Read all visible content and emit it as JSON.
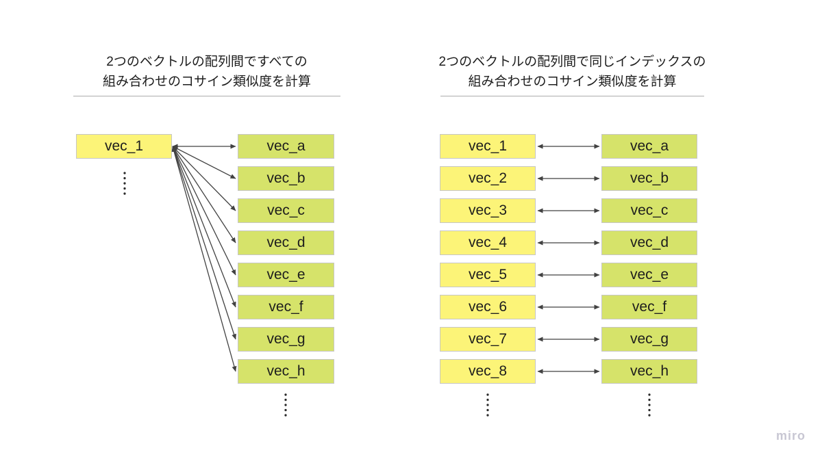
{
  "left_panel": {
    "title_line1": "2つのベクトルの配列間ですべての",
    "title_line2": "組み合わせのコサイン類似度を計算",
    "source_label": "vec_1",
    "targets": [
      "vec_a",
      "vec_b",
      "vec_c",
      "vec_d",
      "vec_e",
      "vec_f",
      "vec_g",
      "vec_h"
    ]
  },
  "right_panel": {
    "title_line1": "2つのベクトルの配列間で同じインデックスの",
    "title_line2": "組み合わせのコサイン類似度を計算",
    "sources": [
      "vec_1",
      "vec_2",
      "vec_3",
      "vec_4",
      "vec_5",
      "vec_6",
      "vec_7",
      "vec_8"
    ],
    "targets": [
      "vec_a",
      "vec_b",
      "vec_c",
      "vec_d",
      "vec_e",
      "vec_f",
      "vec_g",
      "vec_h"
    ]
  },
  "watermark_label": "miro",
  "colors": {
    "background": "#ffffff",
    "yellow": "#FCF478",
    "green": "#D6E36A",
    "border": "#c6c6c6",
    "text": "#1d1d1d",
    "arrow": "#424242",
    "divider": "#ababab",
    "watermark": "#c8c7d3"
  }
}
